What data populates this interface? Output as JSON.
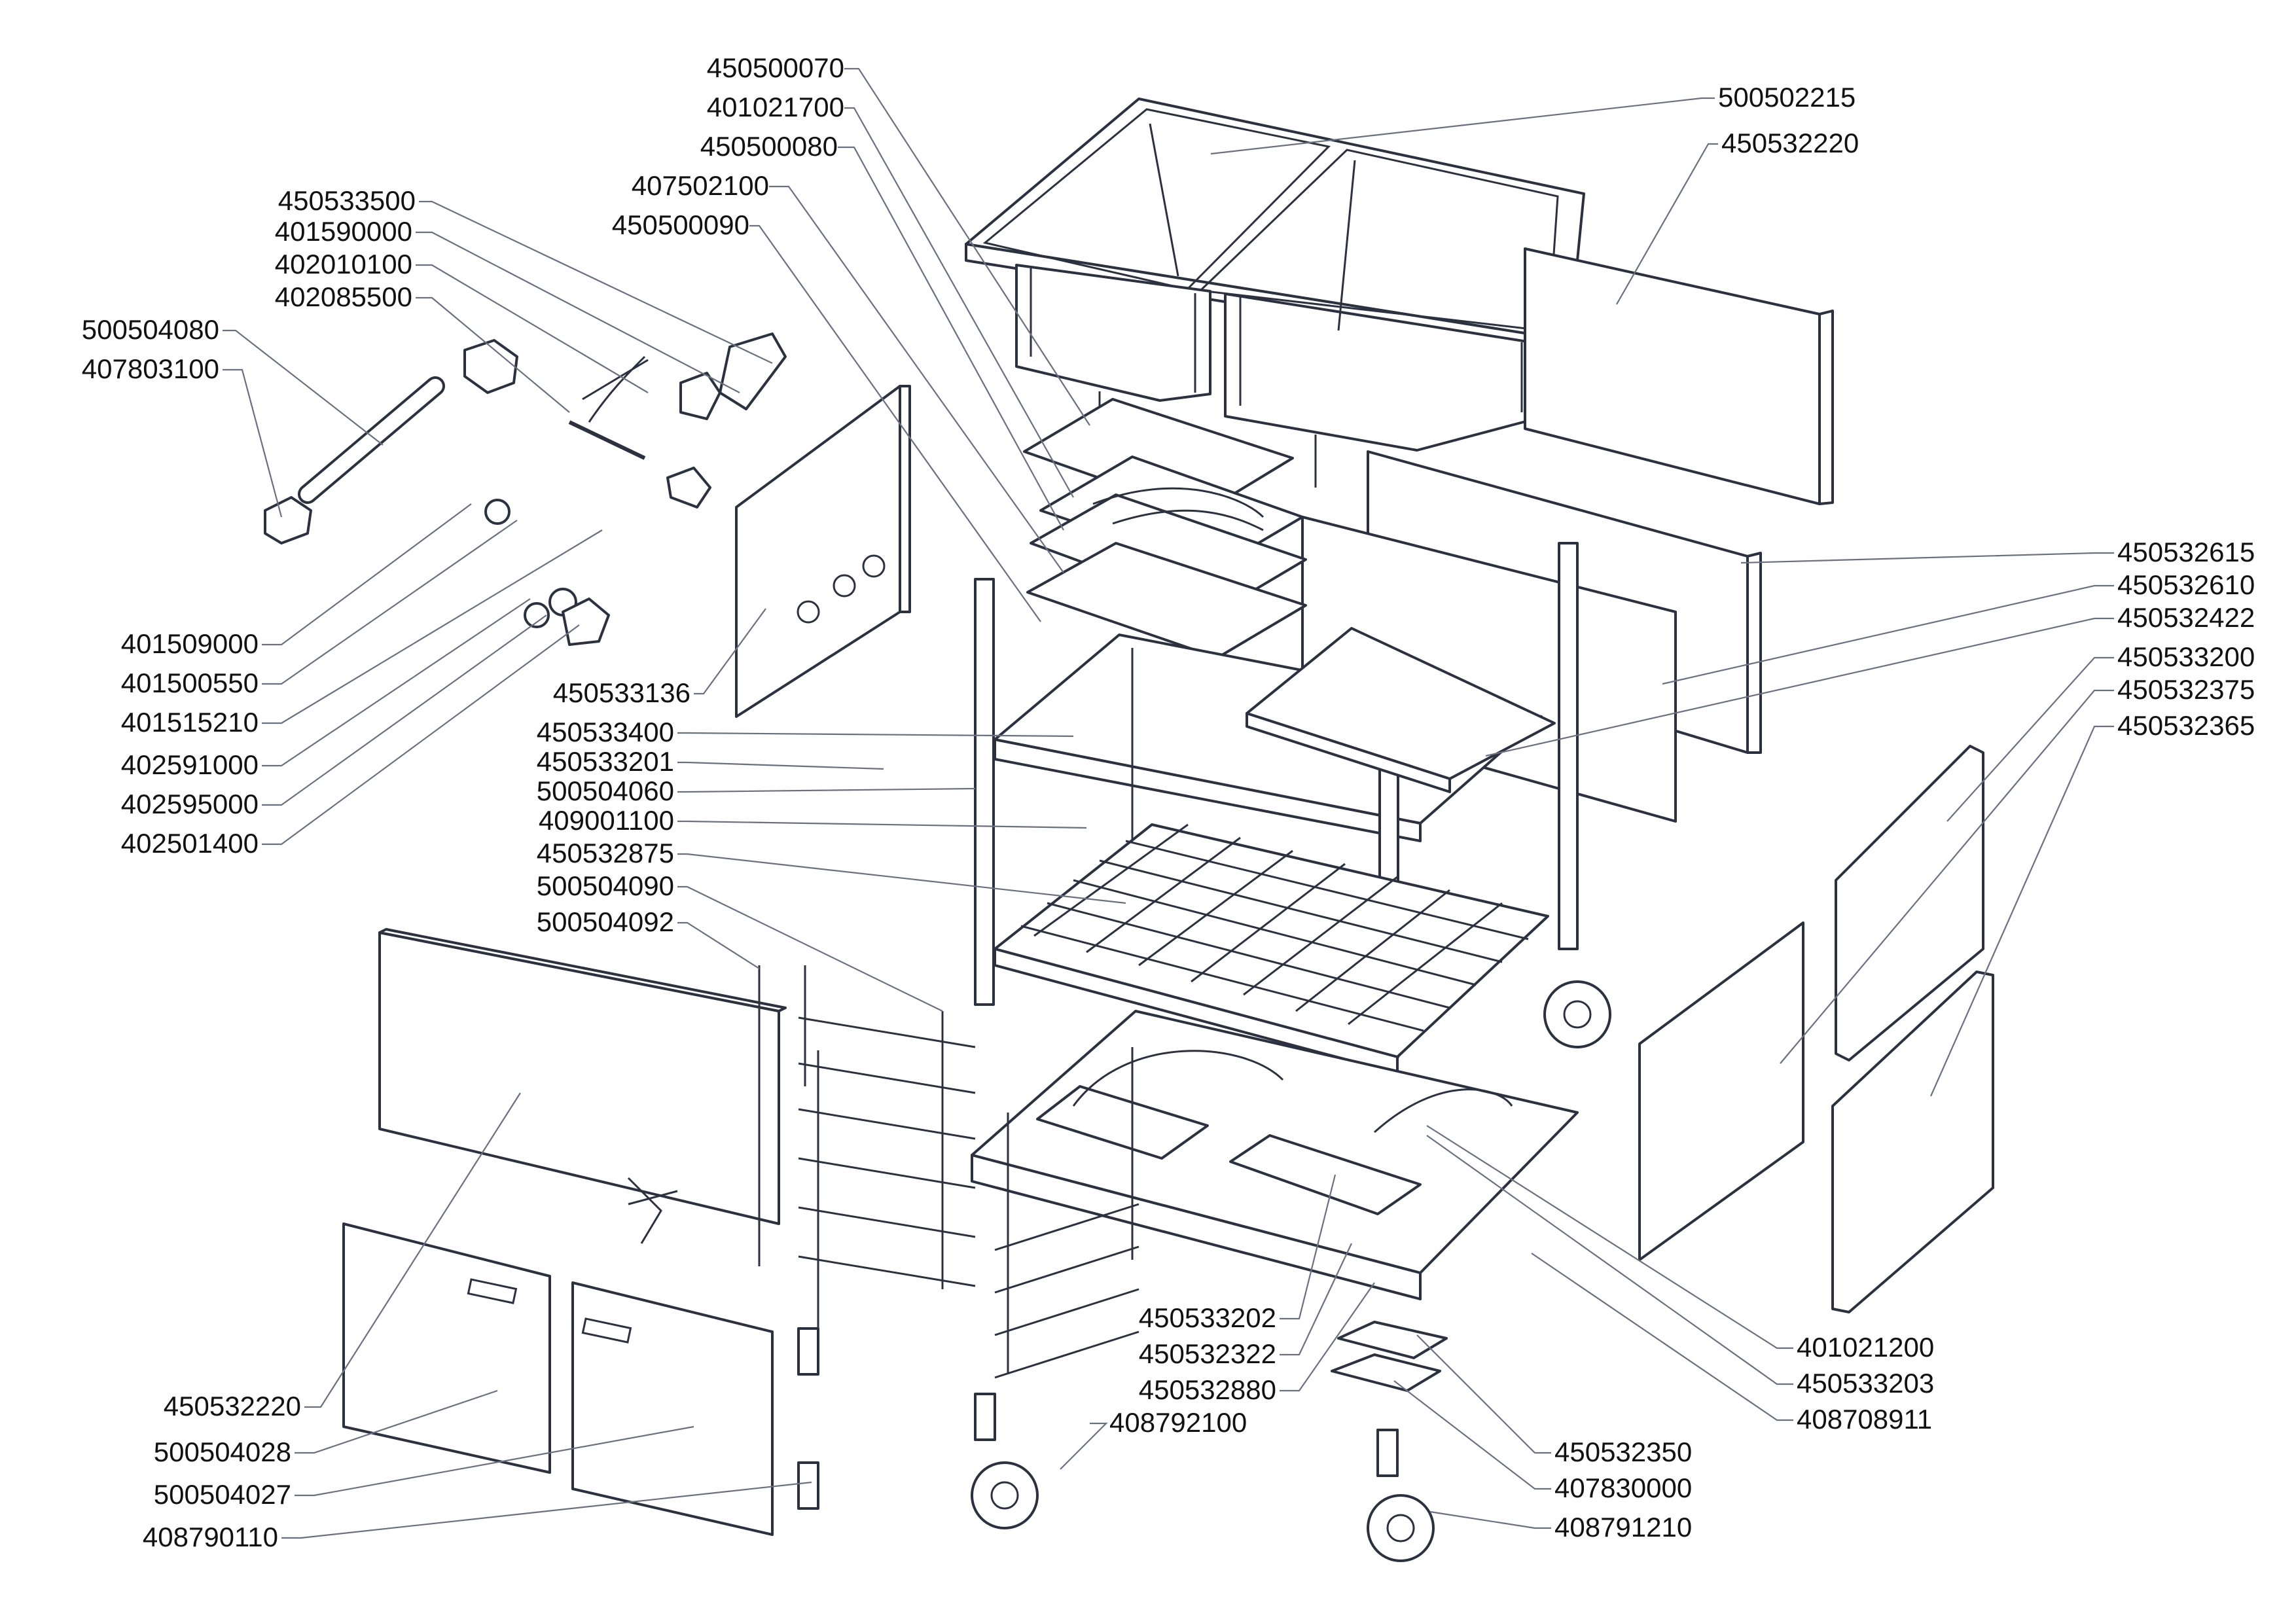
{
  "diagram": {
    "type": "exploded-parts-view",
    "colors": {
      "line": "#2c3140",
      "leader": "#6b7080",
      "text": "#111111",
      "background": "#ffffff"
    },
    "labels": [
      {
        "id": "L01",
        "text": "450500070"
      },
      {
        "id": "L02",
        "text": "401021700"
      },
      {
        "id": "L03",
        "text": "450500080"
      },
      {
        "id": "L04",
        "text": "407502100"
      },
      {
        "id": "L05",
        "text": "450500090"
      },
      {
        "id": "L06",
        "text": "500502215"
      },
      {
        "id": "L07",
        "text": "450532220"
      },
      {
        "id": "L08",
        "text": "450533500"
      },
      {
        "id": "L09",
        "text": "401590000"
      },
      {
        "id": "L10",
        "text": "402010100"
      },
      {
        "id": "L11",
        "text": "402085500"
      },
      {
        "id": "L12",
        "text": "500504080"
      },
      {
        "id": "L13",
        "text": "407803100"
      },
      {
        "id": "L14",
        "text": "401509000"
      },
      {
        "id": "L15",
        "text": "401500550"
      },
      {
        "id": "L16",
        "text": "401515210"
      },
      {
        "id": "L17",
        "text": "402591000"
      },
      {
        "id": "L18",
        "text": "402595000"
      },
      {
        "id": "L19",
        "text": "402501400"
      },
      {
        "id": "L20",
        "text": "450533136"
      },
      {
        "id": "L21",
        "text": "450533400"
      },
      {
        "id": "L22",
        "text": "450533201"
      },
      {
        "id": "L23",
        "text": "500504060"
      },
      {
        "id": "L24",
        "text": "409001100"
      },
      {
        "id": "L25",
        "text": "450532875"
      },
      {
        "id": "L26",
        "text": "500504090"
      },
      {
        "id": "L27",
        "text": "500504092"
      },
      {
        "id": "L28",
        "text": "450532615"
      },
      {
        "id": "L29",
        "text": "450532610"
      },
      {
        "id": "L30",
        "text": "450532422"
      },
      {
        "id": "L31",
        "text": "450533200"
      },
      {
        "id": "L32",
        "text": "450532375"
      },
      {
        "id": "L33",
        "text": "450532365"
      },
      {
        "id": "L34",
        "text": "450532220"
      },
      {
        "id": "L35",
        "text": "500504028"
      },
      {
        "id": "L36",
        "text": "500504027"
      },
      {
        "id": "L37",
        "text": "408790110"
      },
      {
        "id": "L38",
        "text": "450533202"
      },
      {
        "id": "L39",
        "text": "450532322"
      },
      {
        "id": "L40",
        "text": "450532880"
      },
      {
        "id": "L41",
        "text": "408792100"
      },
      {
        "id": "L42",
        "text": "401021200"
      },
      {
        "id": "L43",
        "text": "450533203"
      },
      {
        "id": "L44",
        "text": "408708911"
      },
      {
        "id": "L45",
        "text": "450532350"
      },
      {
        "id": "L46",
        "text": "407830000"
      },
      {
        "id": "L47",
        "text": "408791210"
      }
    ]
  }
}
